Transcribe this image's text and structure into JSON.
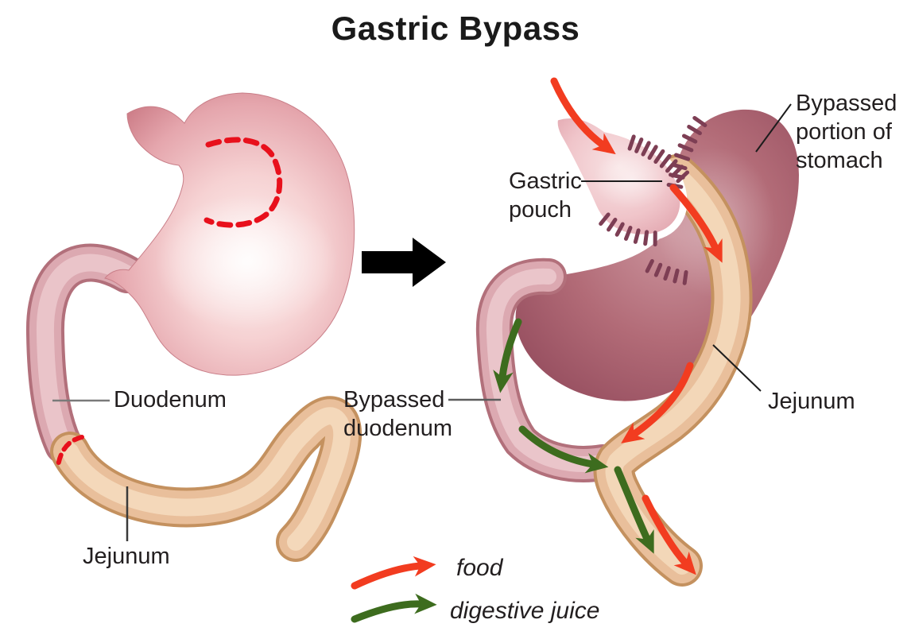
{
  "title": "Gastric Bypass",
  "left_diagram": {
    "labels": {
      "duodenum": "Duodenum",
      "jejunum": "Jejunum"
    }
  },
  "right_diagram": {
    "labels": {
      "gastric_pouch": [
        "Gastric",
        "pouch"
      ],
      "bypassed_stomach": [
        "Bypassed",
        "portion of",
        "stomach"
      ],
      "bypassed_duodenum": [
        "Bypassed",
        "duodenum"
      ],
      "jejunum": "Jejunum"
    }
  },
  "legend": {
    "food": "food",
    "digestive_juice": "digestive juice"
  },
  "colors": {
    "food_arrow": "#f23c20",
    "digestive_juice_arrow": "#3d6c1e",
    "cut_line": "#e8101c",
    "suture": "#7d3e54",
    "transform_arrow": "#000000",
    "label_text": "#221e1f"
  }
}
